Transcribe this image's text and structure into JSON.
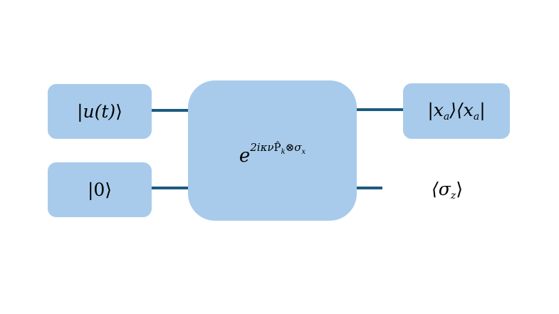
{
  "diagram": {
    "inputs": {
      "top": {
        "pre": "|u(t)",
        "post": "⟩"
      },
      "bottom": {
        "pre": "|0",
        "post": "⟩"
      }
    },
    "gate": {
      "base": "e",
      "exponent_lead": "2iκν",
      "exponent_op": "P̂",
      "exponent_op_sub": "k",
      "exponent_tensor": "⊗σ",
      "exponent_tensor_sub": "x"
    },
    "outputs": {
      "top": {
        "part1": "|x",
        "sub1": "a",
        "part2": "⟩⟨x",
        "sub2": "a",
        "part3": "|"
      },
      "bottom": {
        "open": "⟨σ",
        "sub": "z",
        "close": "⟩"
      }
    },
    "colors": {
      "box_fill": "#a8cbeb",
      "wire": "#1d5a80"
    }
  }
}
